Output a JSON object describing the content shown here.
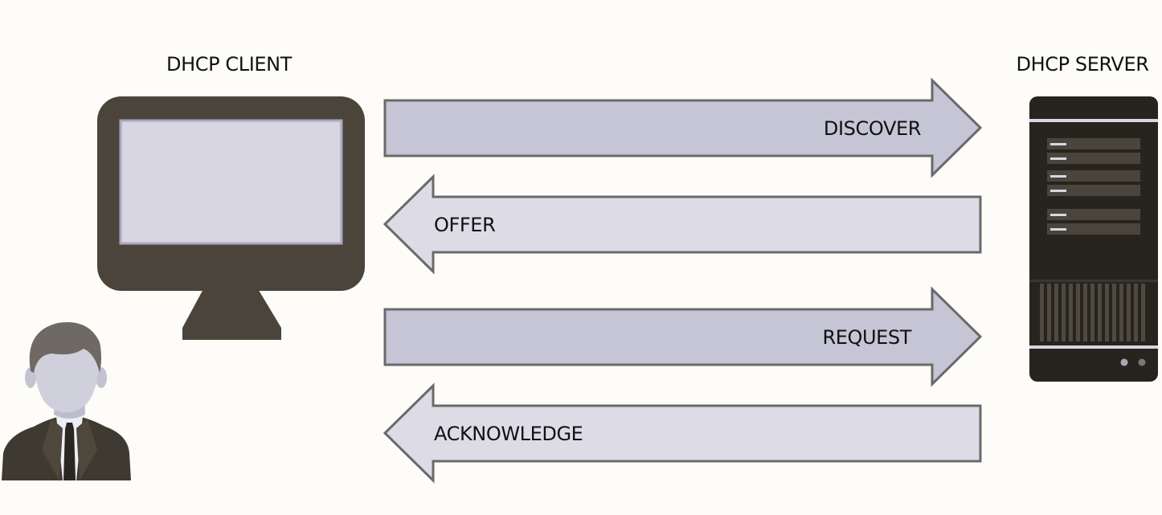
{
  "client": {
    "title": "DHCP CLIENT",
    "icons": [
      "monitor-icon",
      "user-icon"
    ]
  },
  "server": {
    "title": "DHCP SERVER",
    "icons": [
      "server-tower-icon"
    ]
  },
  "messages": [
    {
      "label": "DISCOVER",
      "direction": "client-to-server"
    },
    {
      "label": "OFFER",
      "direction": "server-to-client"
    },
    {
      "label": "REQUEST",
      "direction": "client-to-server"
    },
    {
      "label": "ACKNOWLEDGE",
      "direction": "server-to-client"
    }
  ],
  "colors": {
    "background": "#fdfcf8",
    "monitor_frame": "#4b443a",
    "monitor_screen": "#d6d5e1",
    "arrow_right_fill": "#c6c5d5",
    "arrow_left_fill": "#dddce6",
    "arrow_stroke": "#6a6a6a",
    "server_body": "#27241e",
    "person_suit": "#3f3a31",
    "person_skin": "#d0cfdc"
  }
}
